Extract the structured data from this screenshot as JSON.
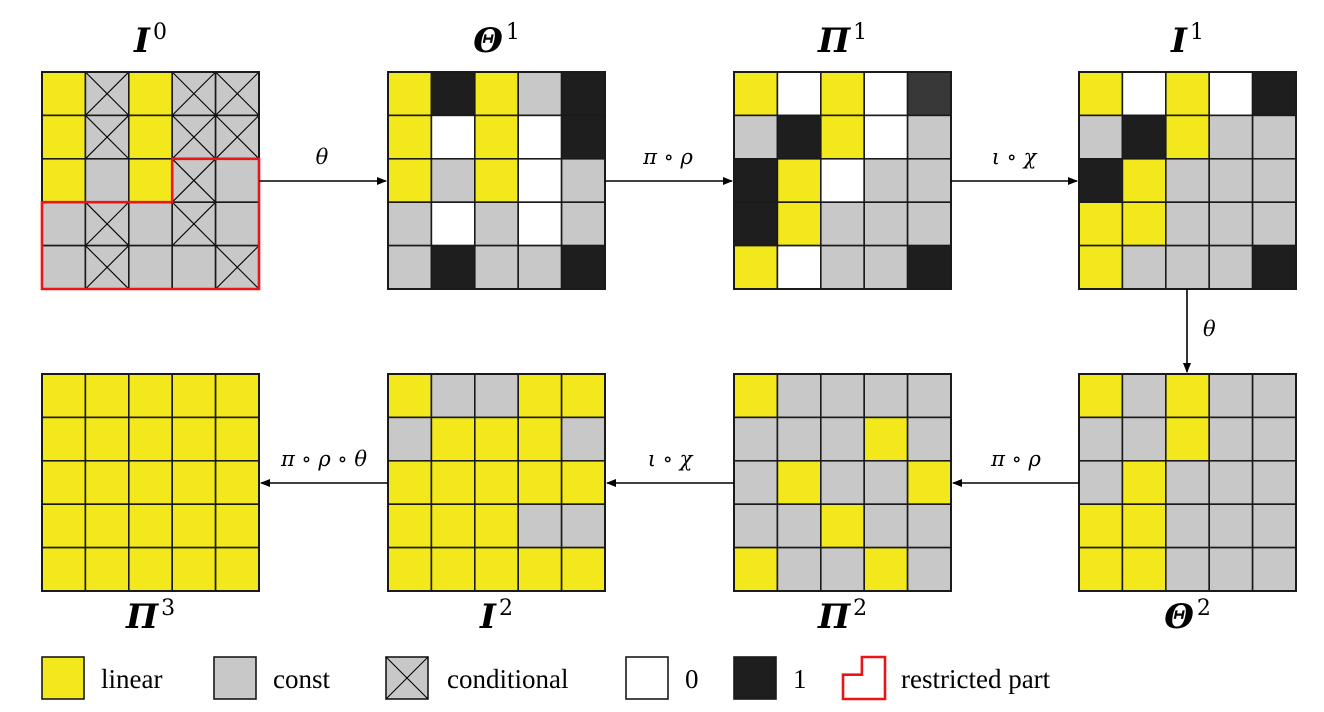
{
  "grids": [
    {
      "id": "I0",
      "label": "I",
      "sup": "0",
      "rows": [
        "LCLCC",
        "LCLCC",
        "LCLCC",
        "CCCCC",
        "CCCCC"
      ],
      "conditional": [
        "0,1",
        "0,3",
        "0,4",
        "1,1",
        "1,3",
        "1,4",
        "2,3",
        "3,1",
        "3,3",
        "4,1",
        "4,4"
      ]
    },
    {
      "id": "Theta1",
      "label": "Θ",
      "sup": "1",
      "rows": [
        "LBLCB",
        "LWLWB",
        "LCLWC",
        "CWCWC",
        "CBCCB"
      ],
      "conditional": []
    },
    {
      "id": "Pi1",
      "label": "Π",
      "sup": "1",
      "rows": [
        "LWLWD",
        "CBLWC",
        "BLWCC",
        "BLCCC",
        "LWCCB"
      ],
      "conditional": []
    },
    {
      "id": "I1",
      "label": "I",
      "sup": "1",
      "rows": [
        "LWLWB",
        "CBLCC",
        "BLCCC",
        "LLCCC",
        "LCCCB"
      ],
      "conditional": []
    },
    {
      "id": "Theta2",
      "label": "Θ",
      "sup": "2",
      "rows": [
        "LCLCC",
        "CCLCC",
        "CLCCC",
        "LLCCC",
        "LLCCC"
      ],
      "conditional": []
    },
    {
      "id": "Pi2",
      "label": "Π",
      "sup": "2",
      "rows": [
        "LCCCC",
        "CCCLC",
        "CLCCL",
        "CCLCC",
        "LCCLC"
      ],
      "conditional": []
    },
    {
      "id": "I2",
      "label": "I",
      "sup": "2",
      "rows": [
        "LCCLL",
        "CLLLC",
        "LLLLL",
        "LLLCC",
        "LLLLL"
      ],
      "conditional": []
    },
    {
      "id": "Pi3",
      "label": "Π",
      "sup": "3",
      "rows": [
        "LLLLL",
        "LLLLL",
        "LLLLL",
        "LLLLL",
        "LLLLL"
      ],
      "conditional": []
    }
  ],
  "arrows": [
    {
      "from": "I0",
      "to": "Theta1",
      "label": "θ"
    },
    {
      "from": "Theta1",
      "to": "Pi1",
      "label": "π ∘ ρ"
    },
    {
      "from": "Pi1",
      "to": "I1",
      "label": "ι ∘ χ"
    },
    {
      "from": "I1",
      "to": "Theta2",
      "label": "θ"
    },
    {
      "from": "Theta2",
      "to": "Pi2",
      "label": "π ∘ ρ"
    },
    {
      "from": "Pi2",
      "to": "I2",
      "label": "ι ∘ χ"
    },
    {
      "from": "I2",
      "to": "Pi3",
      "label": "π ∘ ρ ∘ θ"
    }
  ],
  "legend": [
    {
      "key": "L",
      "label": "linear"
    },
    {
      "key": "C",
      "label": "const"
    },
    {
      "key": "X",
      "label": "conditional"
    },
    {
      "key": "W",
      "label": "0"
    },
    {
      "key": "B",
      "label": "1"
    },
    {
      "key": "R",
      "label": "restricted part"
    }
  ],
  "colors": {
    "linear": "#f2e81c",
    "const": "#c8c8c8",
    "zero": "#ffffff",
    "one": "#1e1e1e",
    "one_dark": "#383838",
    "restricted": "#e8151b"
  }
}
